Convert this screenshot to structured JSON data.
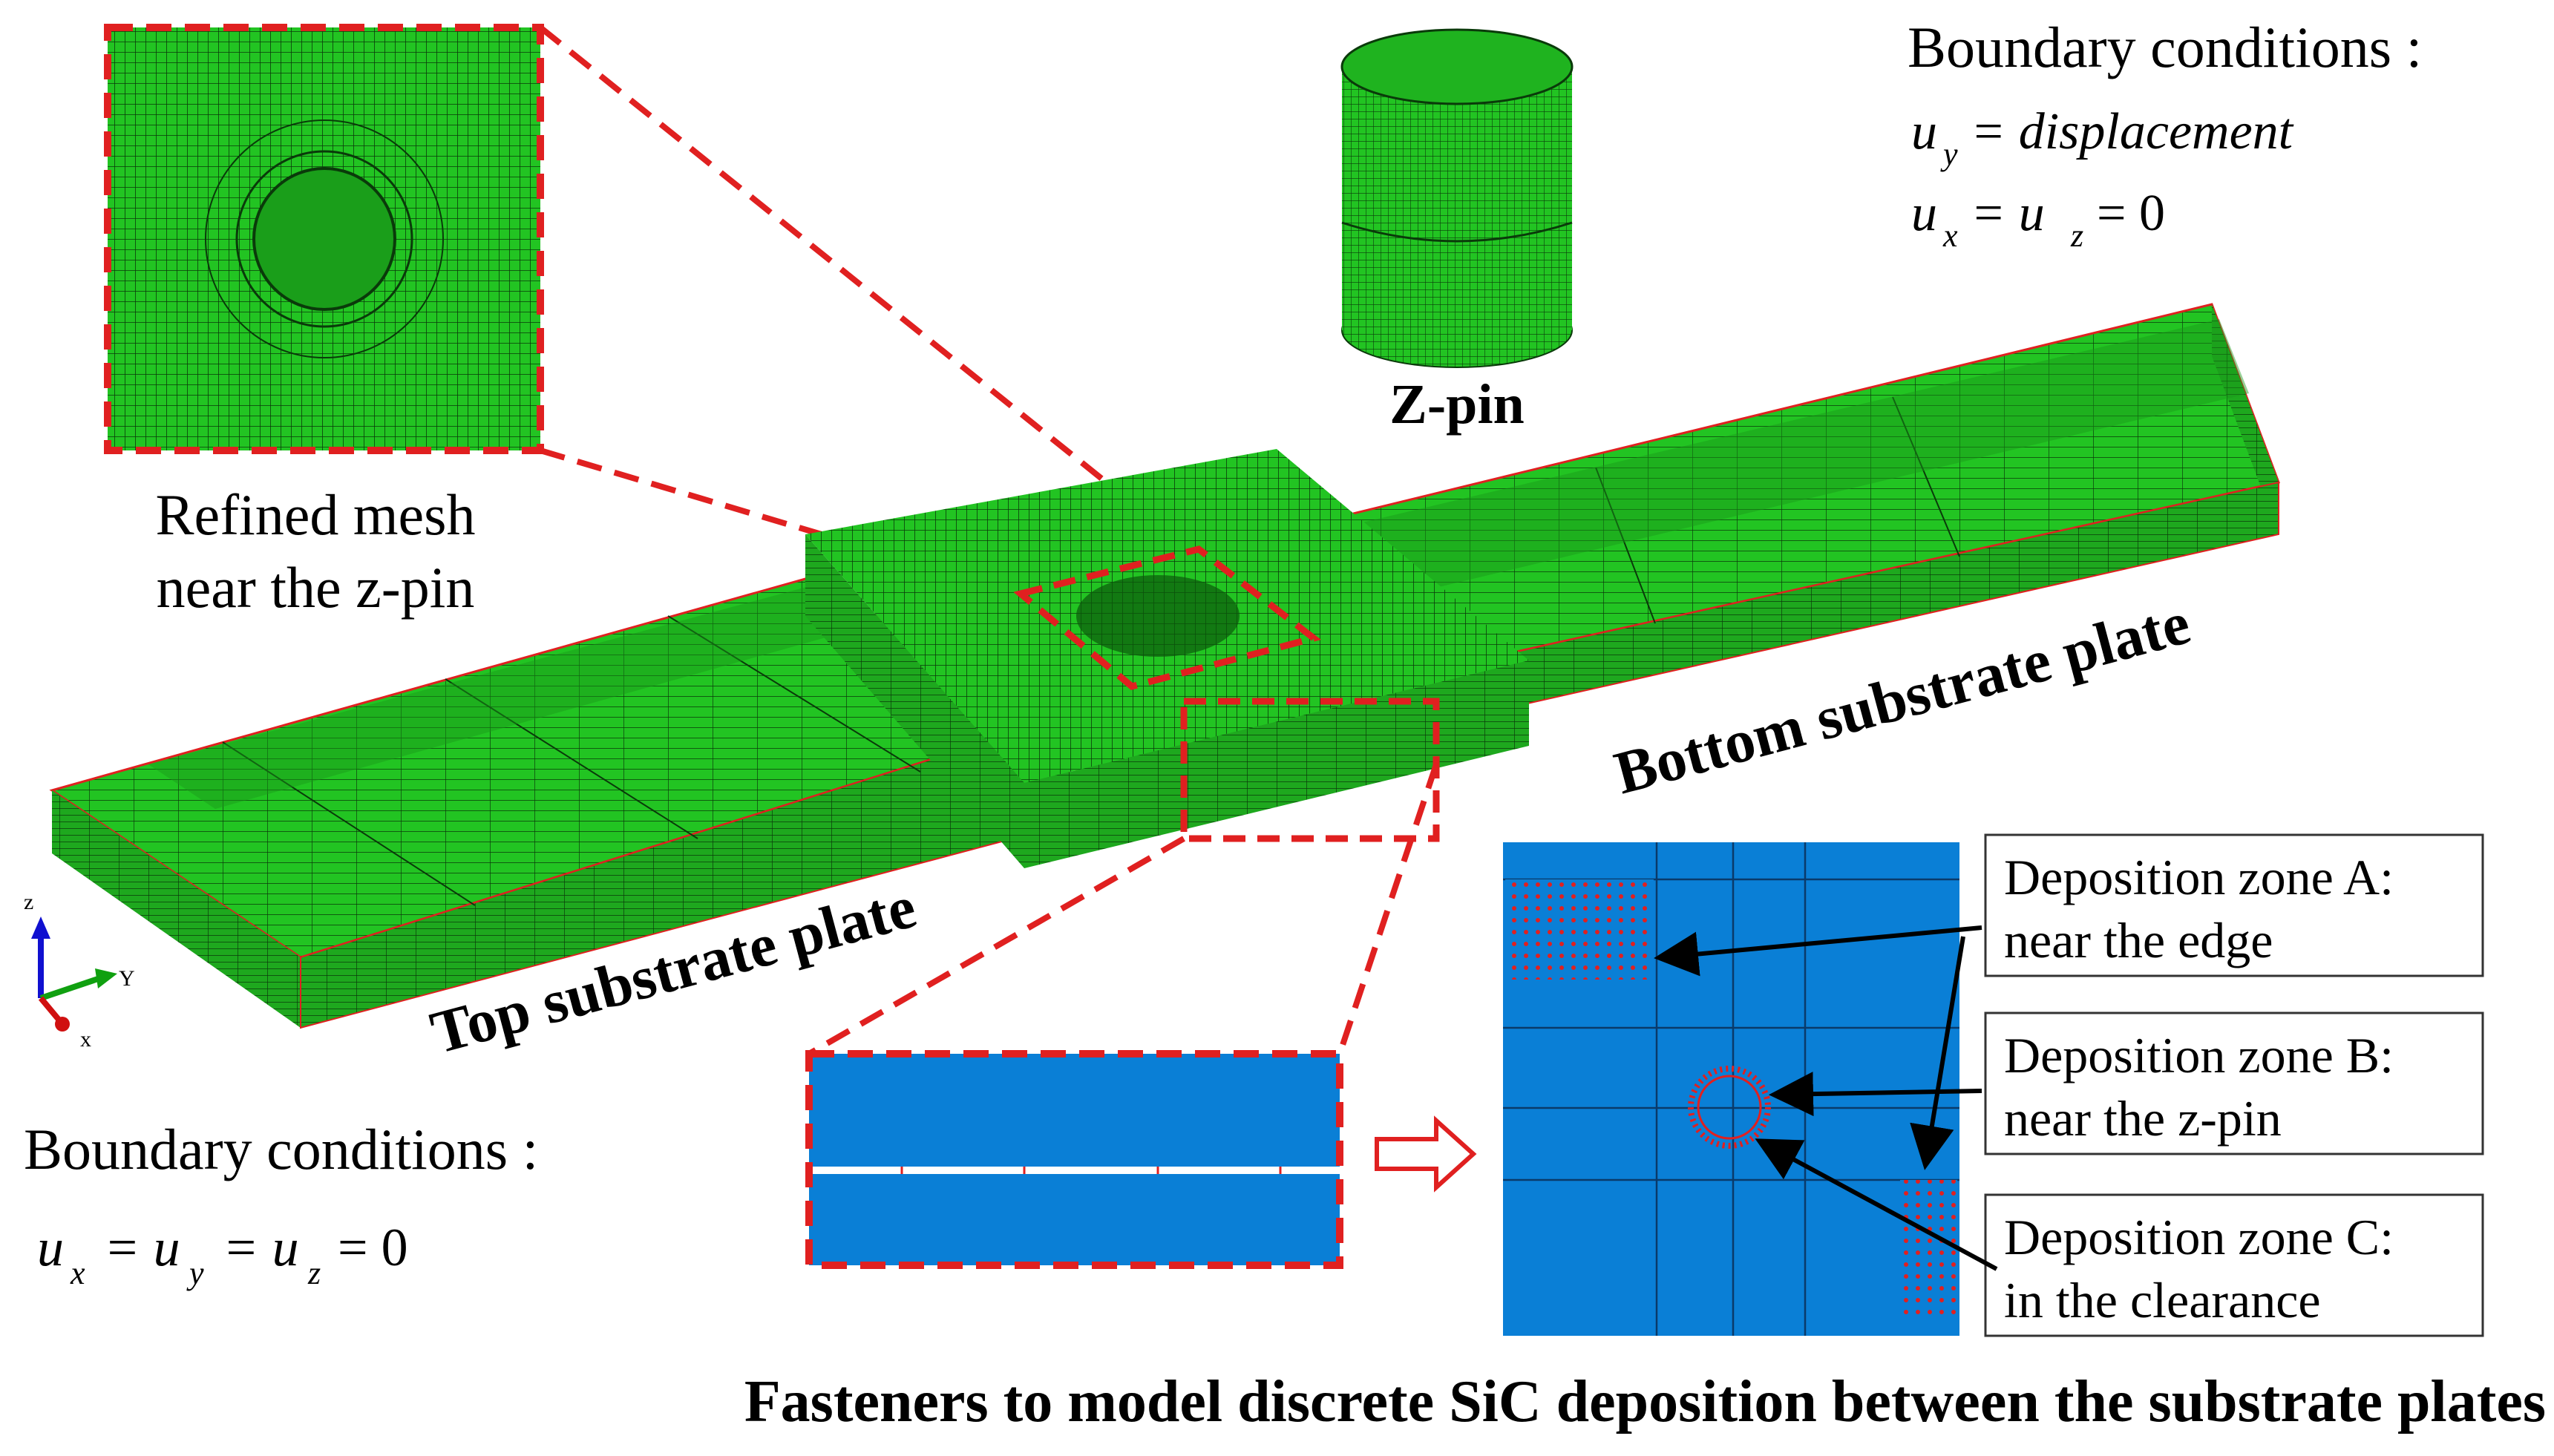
{
  "labels": {
    "refined_mesh_line1": "Refined mesh",
    "refined_mesh_line2": "near the z-pin",
    "zpin": "Z-pin",
    "top_plate": "Top substrate plate",
    "bottom_plate": "Bottom substrate plate",
    "caption": "Fasteners to model discrete SiC deposition between the substrate plates"
  },
  "bc_top": {
    "title": "Boundary conditions :",
    "eq1_lhs": "u",
    "eq1_sub": "y",
    "eq1_rhs": "= displacement",
    "eq2_u1": "u",
    "eq2_sub1": "x",
    "eq2_mid": "= u",
    "eq2_sub2": "z",
    "eq2_rhs": "= 0"
  },
  "bc_bottom": {
    "title": "Boundary conditions :",
    "u1": "u",
    "s1": "x",
    "u2": "= u",
    "s2": "y",
    "u3": "= u",
    "s3": "z",
    "rhs": "= 0"
  },
  "axes": {
    "z": "z",
    "y": "Y",
    "x": "x"
  },
  "zones": [
    {
      "line1": "Deposition zone A:",
      "line2": "near the edge"
    },
    {
      "line1": "Deposition zone B:",
      "line2": "near the z-pin"
    },
    {
      "line1": "Deposition zone C:",
      "line2": "in the clearance"
    }
  ],
  "colors": {
    "mesh_green": "#22c422",
    "mesh_green_dark": "#0f8a0f",
    "mesh_line": "#0a3a0a",
    "deposition_blue": "#0a7fd6",
    "highlight_red": "#e02020"
  }
}
